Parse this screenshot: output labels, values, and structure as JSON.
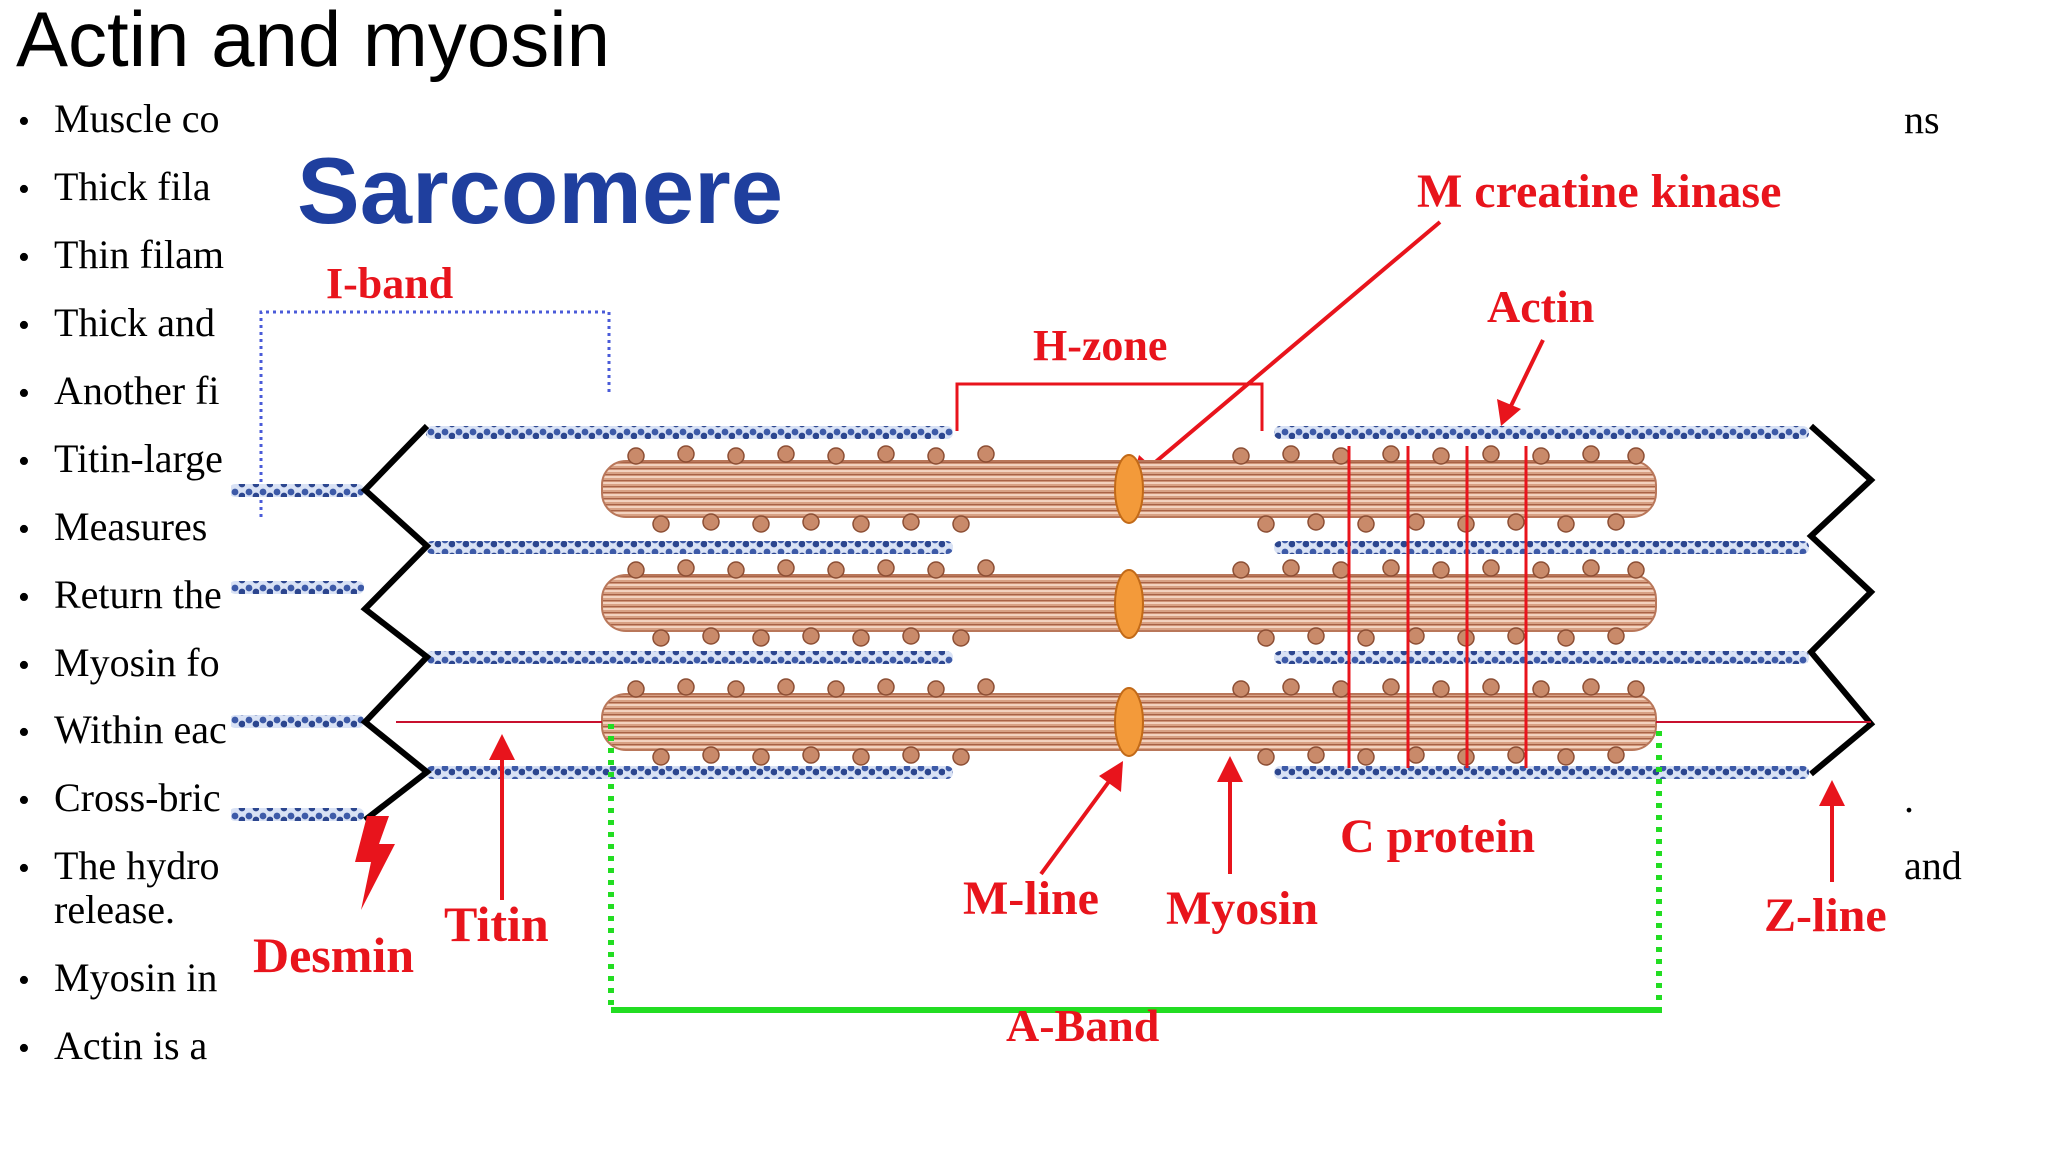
{
  "slide": {
    "title": "Actin and myosin",
    "bullets": [
      {
        "text": "Muscle co",
        "tail": "ns"
      },
      {
        "text": "Thick fila"
      },
      {
        "text": "Thin filam"
      },
      {
        "text": "Thick and"
      },
      {
        "text": "Another fi"
      },
      {
        "text": "Titin-large"
      },
      {
        "text": "Measures"
      },
      {
        "text": "Return the"
      },
      {
        "text": "Myosin fo"
      },
      {
        "text": "Within eac"
      },
      {
        "text": "Cross-bric",
        "tail": "."
      },
      {
        "text": "The hydro",
        "continuation": "release.",
        "tail": "and"
      },
      {
        "text": "Myosin in"
      },
      {
        "text": "Actin is a"
      }
    ]
  },
  "diagram": {
    "title": "Sarcomere",
    "labels": {
      "i_band": "I-band",
      "h_zone": "H-zone",
      "m_creatine_kinase": "M creatine kinase",
      "actin": "Actin",
      "c_protein": "C protein",
      "m_line": "M-line",
      "myosin": "Myosin",
      "titin": "Titin",
      "desmin": "Desmin",
      "z_line": "Z-line",
      "a_band": "A-Band"
    },
    "colors": {
      "title": "#1f3f9e",
      "labels": "#e8141c",
      "a_band_bracket": "#22dd22",
      "i_band_bracket": "#4a5bd8",
      "actin": "#3d5aa8",
      "myosin": "#c98a6a",
      "m_line": "#f39a3a",
      "z_line": "#000000"
    }
  }
}
